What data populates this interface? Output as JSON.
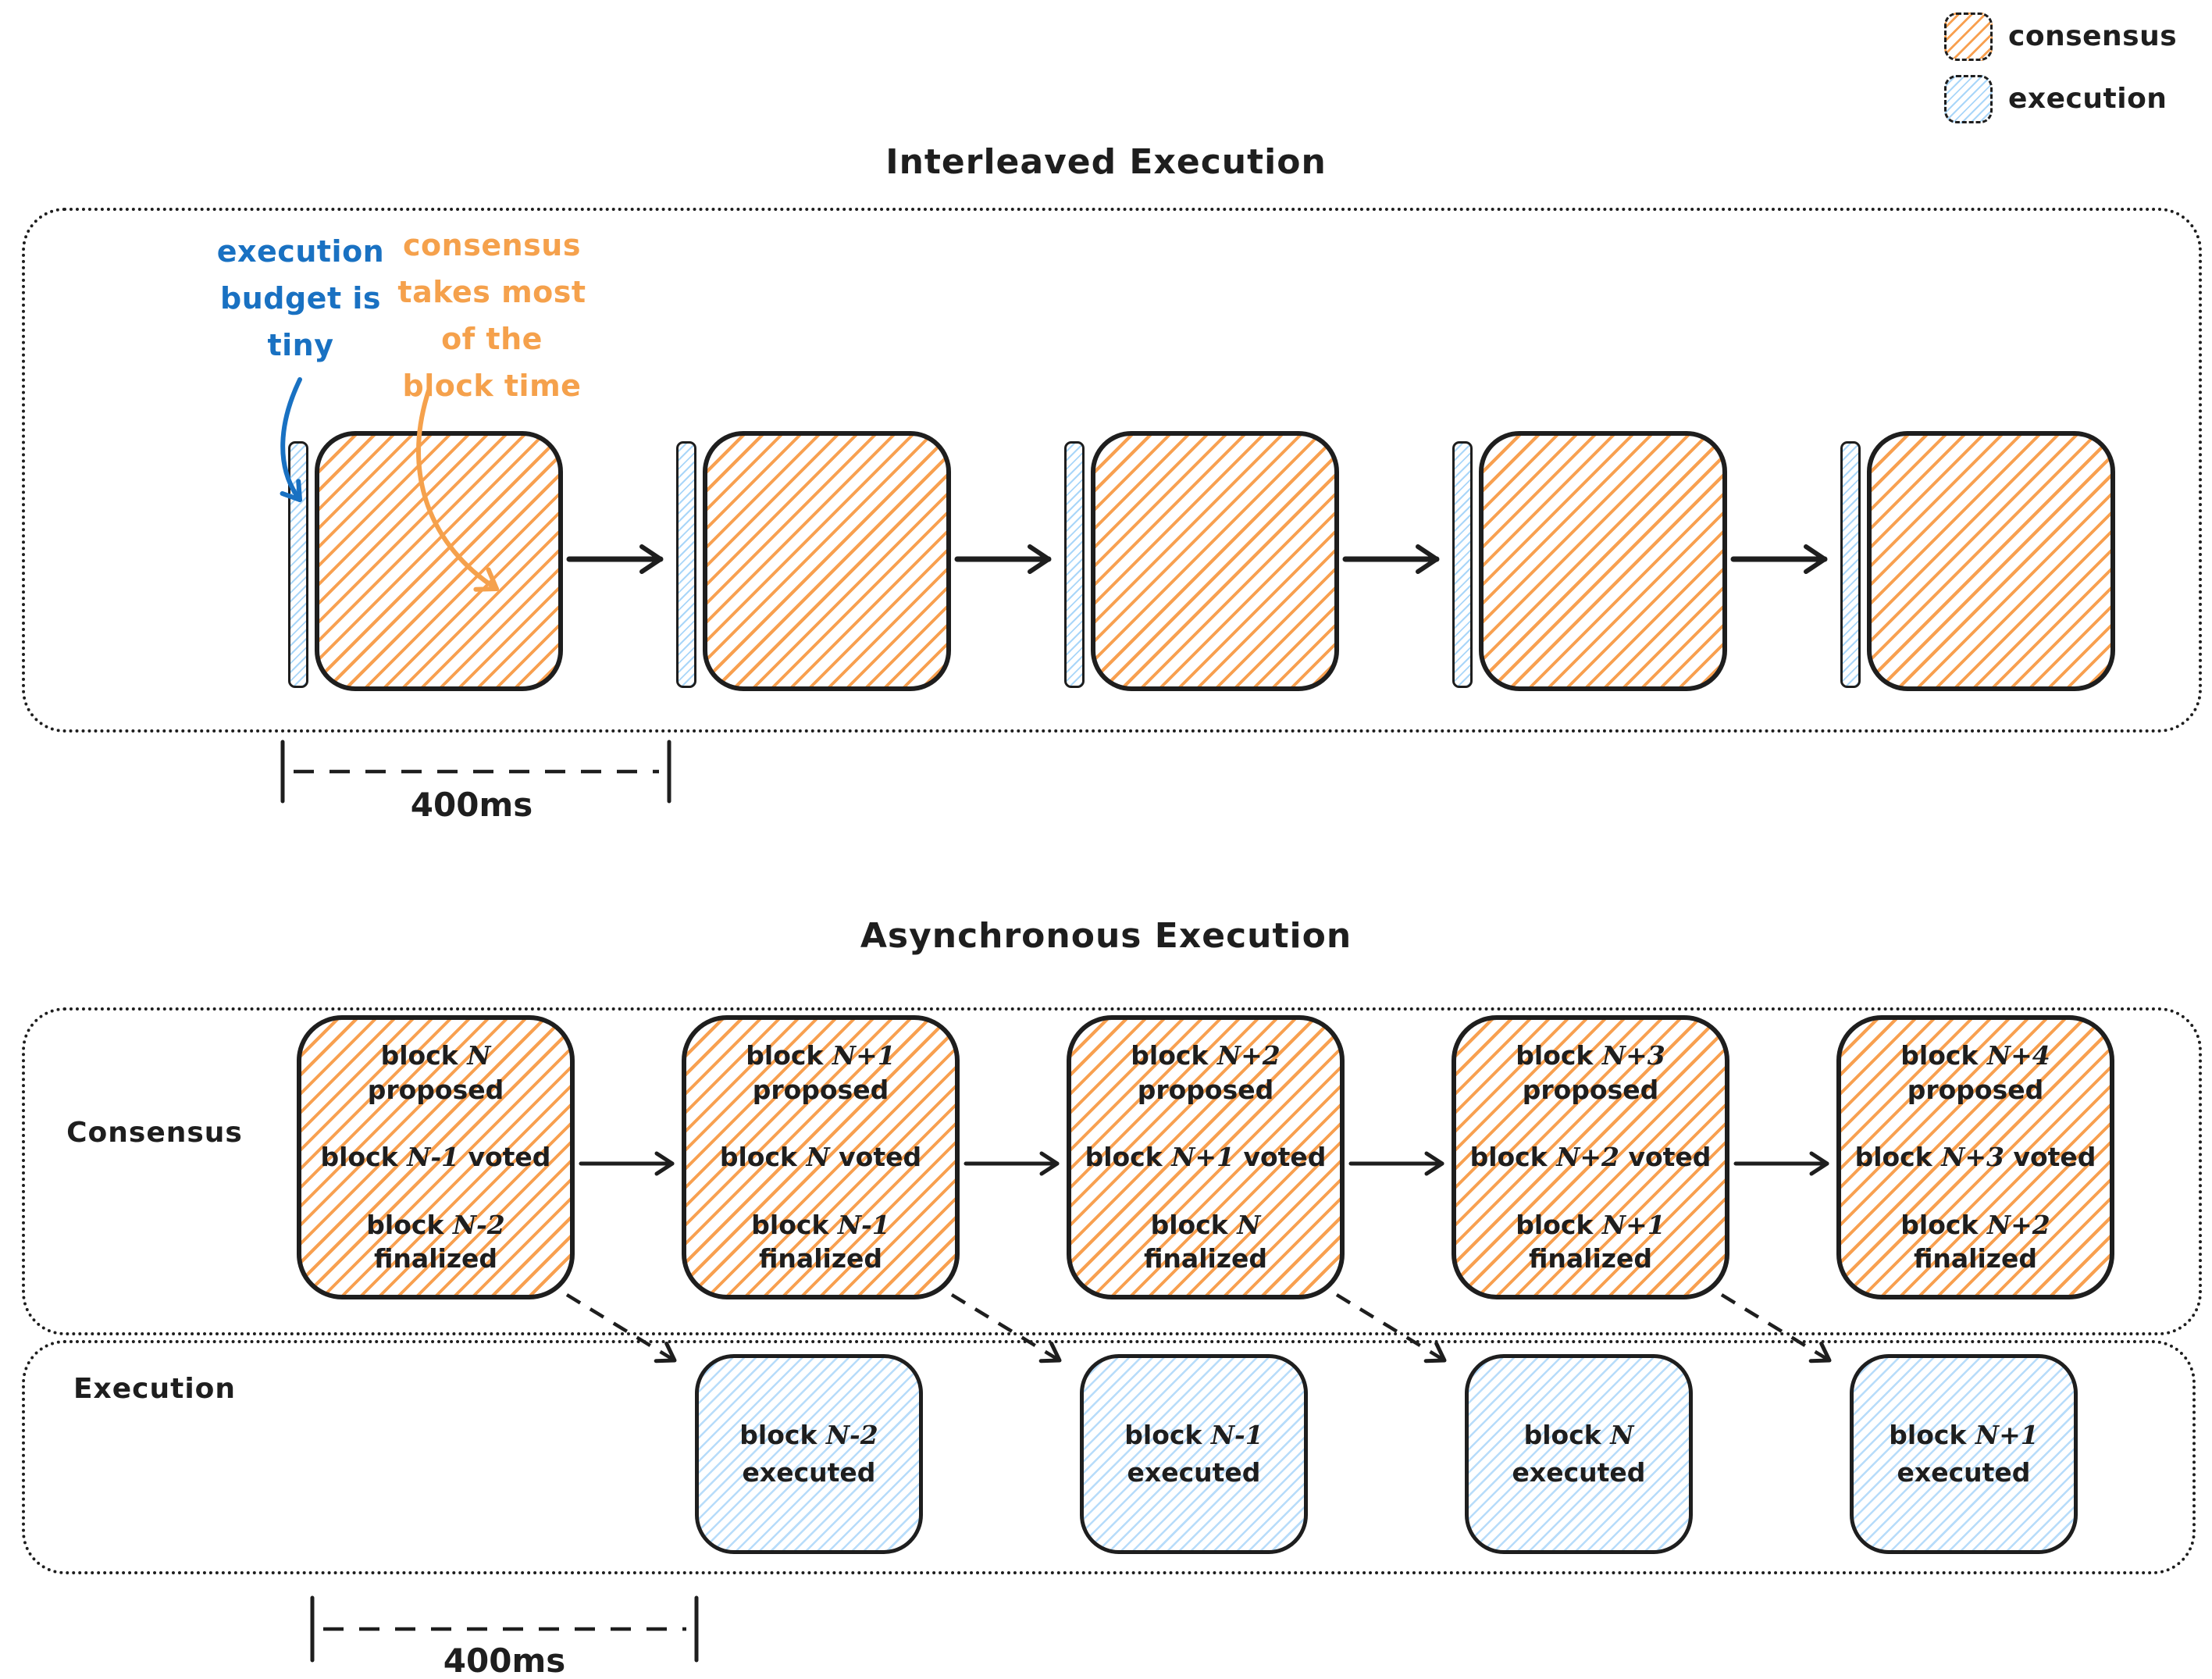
{
  "colors": {
    "ink": "#1e1e1e",
    "orange_accent": "#f5a14c",
    "orange_hatch": "#f8a050",
    "blue_accent": "#1971c2",
    "blue_hatch": "#a9d6f9"
  },
  "legend": {
    "consensus_label": "consensus",
    "execution_label": "execution"
  },
  "interleaved": {
    "title": "Interleaved Execution",
    "note_execution_lines": [
      "execution",
      "budget is",
      "tiny"
    ],
    "note_consensus_lines": [
      "consensus",
      "takes most",
      "of the",
      "block time"
    ],
    "scale_label": "400ms"
  },
  "asynchronous": {
    "title": "Asynchronous Execution",
    "consensus_row_label": "Consensus",
    "execution_row_label": "Execution",
    "scale_label": "400ms",
    "consensus_boxes": [
      {
        "proposed_pre": "block ",
        "proposed_n": "N",
        "proposed_word": "proposed",
        "voted_pre": "block ",
        "voted_n": "N-1",
        "voted_word": " voted",
        "finalized_pre": "block ",
        "finalized_n": "N-2",
        "finalized_word": "finalized"
      },
      {
        "proposed_pre": "block ",
        "proposed_n": "N+1",
        "proposed_word": "proposed",
        "voted_pre": "block ",
        "voted_n": "N",
        "voted_word": " voted",
        "finalized_pre": "block ",
        "finalized_n": "N-1",
        "finalized_word": "finalized"
      },
      {
        "proposed_pre": "block ",
        "proposed_n": "N+2",
        "proposed_word": "proposed",
        "voted_pre": "block ",
        "voted_n": "N+1",
        "voted_word": " voted",
        "finalized_pre": "block ",
        "finalized_n": "N",
        "finalized_word": "finalized"
      },
      {
        "proposed_pre": "block ",
        "proposed_n": "N+3",
        "proposed_word": "proposed",
        "voted_pre": "block ",
        "voted_n": "N+2",
        "voted_word": " voted",
        "finalized_pre": "block ",
        "finalized_n": "N+1",
        "finalized_word": "finalized"
      },
      {
        "proposed_pre": "block ",
        "proposed_n": "N+4",
        "proposed_word": "proposed",
        "voted_pre": "block ",
        "voted_n": "N+3",
        "voted_word": " voted",
        "finalized_pre": "block ",
        "finalized_n": "N+2",
        "finalized_word": "finalized"
      }
    ],
    "execution_boxes": [
      {
        "pre": "block ",
        "n": "N-2",
        "word": "executed"
      },
      {
        "pre": "block ",
        "n": "N-1",
        "word": "executed"
      },
      {
        "pre": "block ",
        "n": "N",
        "word": "executed"
      },
      {
        "pre": "block ",
        "n": "N+1",
        "word": "executed"
      }
    ]
  }
}
